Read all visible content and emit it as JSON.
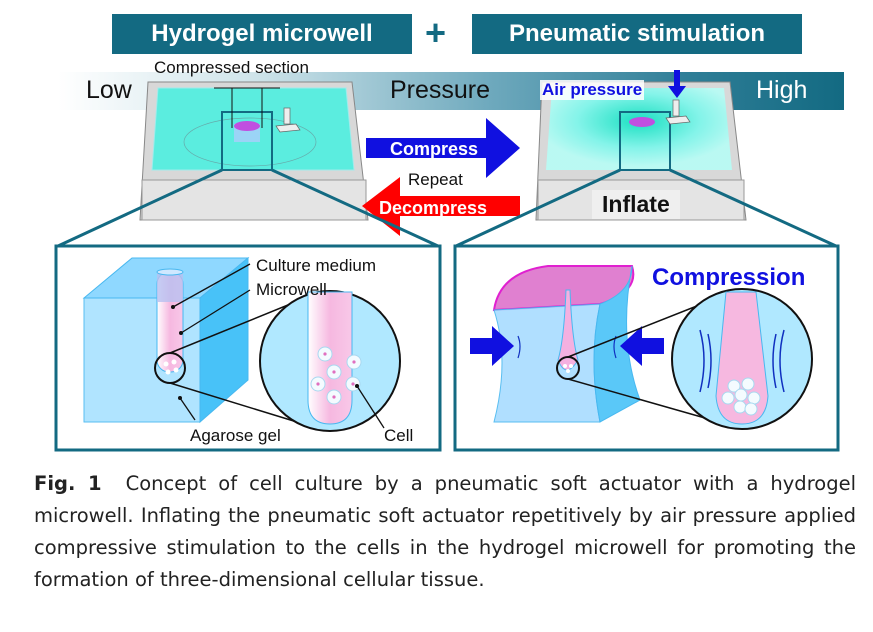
{
  "header": {
    "left_title": "Hydrogel microwell",
    "plus": "+",
    "right_title": "Pneumatic stimulation"
  },
  "pressure_scale": {
    "low": "Low",
    "center": "Pressure",
    "high": "High"
  },
  "top_left_device": {
    "annotation": "Compressed section"
  },
  "top_right_device": {
    "annotation": "Air pressure",
    "state": "Inflate"
  },
  "cycle": {
    "forward": "Compress",
    "middle": "Repeat",
    "backward": "Decompress"
  },
  "bottom_left_panel": {
    "labels": {
      "medium": "Culture medium",
      "microwell": "Microwell",
      "gel": "Agarose gel",
      "cell": "Cell"
    }
  },
  "bottom_right_panel": {
    "title": "Compression"
  },
  "caption": {
    "fig_label": "Fig. 1",
    "text": "Concept of cell culture by a pneumatic soft actuator with a hydrogel microwell. Inflating the pneumatic soft actuator repetitively by air pressure applied compressive stimulation to the cells in the hydrogel microwell for promoting the formation of three-dimensional cellular tissue."
  },
  "colors": {
    "teal": "#136a82",
    "blue_arrow": "#1010e0",
    "red_arrow": "#ff0000",
    "gel_cyan": "#4ef0e0"
  }
}
